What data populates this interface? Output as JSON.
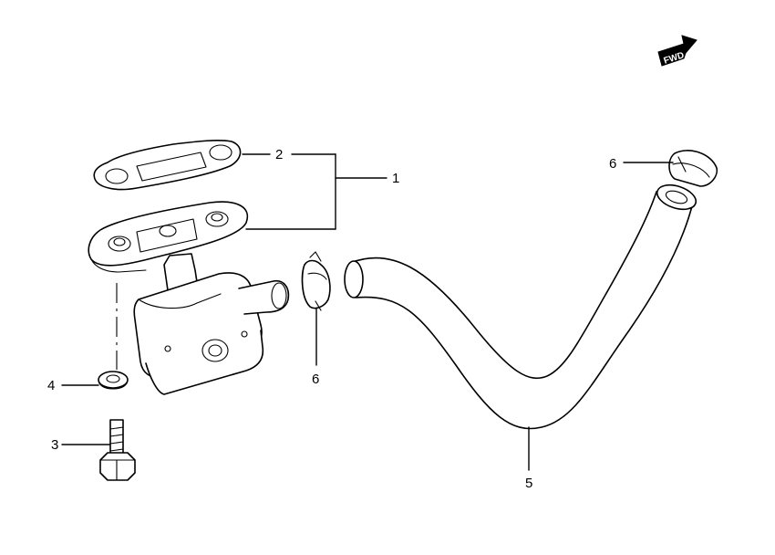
{
  "callouts": {
    "c1": "1",
    "c2": "2",
    "c3": "3",
    "c4": "4",
    "c5": "5",
    "c6_left": "6",
    "c6_right": "6"
  },
  "fwd_badge": {
    "label": "FWD"
  }
}
